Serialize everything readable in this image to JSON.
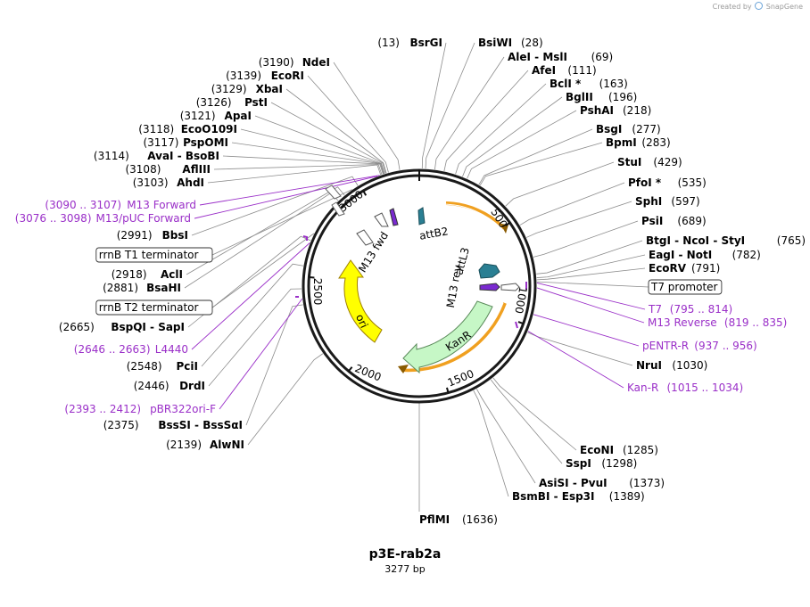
{
  "credit": {
    "created_by": "Created by",
    "brand": "SnapGene"
  },
  "plasmid": {
    "name": "p3E-rab2a",
    "length": "3277 bp",
    "total_bp": 3277
  },
  "backbone_ticks": [
    "500",
    "1000",
    "1500",
    "2000",
    "2500",
    "3000"
  ],
  "sites": [
    {
      "pos": "(13)",
      "name": "BsrGI"
    },
    {
      "pos": "(28)",
      "name": "BsiWI"
    },
    {
      "pos": "(69)",
      "name": "AleI - MslI"
    },
    {
      "pos": "(111)",
      "name": "AfeI"
    },
    {
      "pos": "(163)",
      "name": "BclI *"
    },
    {
      "pos": "(196)",
      "name": "BglII"
    },
    {
      "pos": "(218)",
      "name": "PshAI"
    },
    {
      "pos": "(277)",
      "name": "BsgI"
    },
    {
      "pos": "(283)",
      "name": "BpmI"
    },
    {
      "pos": "(429)",
      "name": "StuI"
    },
    {
      "pos": "(535)",
      "name": "PfoI *"
    },
    {
      "pos": "(597)",
      "name": "SphI"
    },
    {
      "pos": "(689)",
      "name": "PsiI"
    },
    {
      "pos": "(765)",
      "name": "BtgI - NcoI - StyI"
    },
    {
      "pos": "(782)",
      "name": "EagI - NotI"
    },
    {
      "pos": "(791)",
      "name": "EcoRV"
    },
    {
      "pos": "(1030)",
      "name": "NruI"
    },
    {
      "pos": "(1285)",
      "name": "EcoNI"
    },
    {
      "pos": "(1298)",
      "name": "SspI"
    },
    {
      "pos": "(1373)",
      "name": "AsiSI - PvuI"
    },
    {
      "pos": "(1389)",
      "name": "BsmBI - Esp3I"
    },
    {
      "pos": "(1636)",
      "name": "PflMI"
    },
    {
      "pos": "(2139)",
      "name": "AlwNI"
    },
    {
      "pos": "(2375)",
      "name": "BssSI - BssSαI"
    },
    {
      "pos": "(2446)",
      "name": "DrdI"
    },
    {
      "pos": "(2548)",
      "name": "PciI"
    },
    {
      "pos": "(2665)",
      "name": "BspQI - SapI"
    },
    {
      "pos": "(2881)",
      "name": "BsaHI"
    },
    {
      "pos": "(2918)",
      "name": "AclI"
    },
    {
      "pos": "(2991)",
      "name": "BbsI"
    },
    {
      "pos": "(3103)",
      "name": "AhdI"
    },
    {
      "pos": "(3108)",
      "name": "AflIII"
    },
    {
      "pos": "(3114)",
      "name": "AvaI - BsoBI"
    },
    {
      "pos": "(3117)",
      "name": "PspOMI"
    },
    {
      "pos": "(3118)",
      "name": "EcoO109I"
    },
    {
      "pos": "(3121)",
      "name": "ApaI"
    },
    {
      "pos": "(3126)",
      "name": "PstI"
    },
    {
      "pos": "(3129)",
      "name": "XbaI"
    },
    {
      "pos": "(3139)",
      "name": "EcoRI"
    },
    {
      "pos": "(3190)",
      "name": "NdeI"
    }
  ],
  "primers": [
    {
      "range": "(3090 .. 3107)",
      "name": "M13 Forward"
    },
    {
      "range": "(3076 .. 3098)",
      "name": "M13/pUC Forward"
    },
    {
      "range": "(2646 .. 2663)",
      "name": "L4440"
    },
    {
      "range": "(2393 .. 2412)",
      "name": "pBR322ori-F"
    },
    {
      "range": "(795 .. 814)",
      "name": "T7"
    },
    {
      "range": "(819 .. 835)",
      "name": "M13 Reverse"
    },
    {
      "range": "(937 .. 956)",
      "name": "pENTR-R"
    },
    {
      "range": "(1015 .. 1034)",
      "name": "Kan-R"
    }
  ],
  "boxed_features": [
    "rrnB T1 terminator",
    "rrnB T2 terminator",
    "T7 promoter"
  ],
  "inner_features": [
    "attB2",
    "M13 fwd",
    "attL3",
    "M13 rev",
    "KanR",
    "ori"
  ],
  "colors": {
    "purple": "#9a2fc8",
    "kanR": "#c6f7c6",
    "ori": "#ffff00",
    "orange": "#f0a020",
    "att": "#2a7f93",
    "line": "#8c8c8c"
  }
}
